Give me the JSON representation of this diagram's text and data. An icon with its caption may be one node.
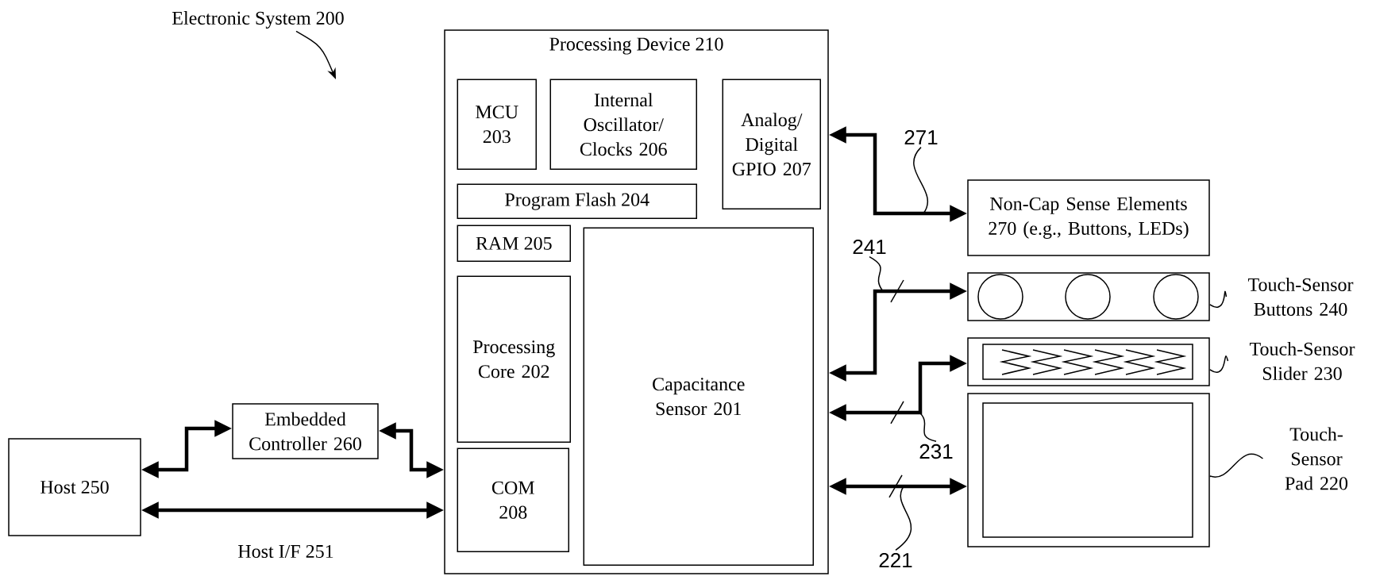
{
  "diagram": {
    "nodes": [
      {
        "text": [
          "Processing Device 210"
        ]
      },
      {
        "text": [
          "MCU 203"
        ],
        "in": 0
      },
      {
        "text": [
          "Internal Oscillator/ Clocks 206"
        ],
        "in": 0
      },
      {
        "text": [
          "Analog/ Digital GPIO 207"
        ],
        "in": 0
      },
      {
        "text": [
          "Program Flash 204"
        ],
        "in": 0
      },
      {
        "text": [
          "RAM 205"
        ],
        "in": 0
      },
      {
        "text": [
          "Processing Core 202"
        ],
        "in": 0
      },
      {
        "text": [
          "Capacitance Sensor 201"
        ],
        "in": 0
      },
      {
        "text": [
          "COM 208"
        ],
        "in": 0
      },
      {
        "text": [
          "Host 250"
        ]
      },
      {
        "text": [
          "Embedded Controller 260"
        ]
      },
      {
        "text": [
          "Non-Cap Sense Elements 270 (e.g., Buttons, LEDs)"
        ]
      },
      {
        "text": [],
        "shape": "box"
      },
      {
        "text": [],
        "shape": "box"
      },
      {
        "text": [],
        "shape": "box"
      },
      {
        "text": [
          "Touch-Sensor Buttons 240"
        ]
      },
      {
        "text": [
          "Touch-Sensor Slider 230"
        ]
      },
      {
        "text": [
          "Touch- Sensor Pad 220"
        ]
      },
      {
        "text": [
          "271"
        ]
      },
      {
        "text": [
          "241"
        ]
      },
      {
        "text": [
          "231"
        ]
      },
      {
        "text": [
          "221"
        ]
      },
      {
        "text": [
          "Electronic System 200"
        ]
      }
    ],
    "edges": [
      {
        "from": 9,
        "to": 10,
        "arrow": "both",
        "style": "thick"
      },
      {
        "from": 10,
        "to": 0,
        "arrow": "both",
        "style": "thick"
      },
      {
        "from": 9,
        "to": 0,
        "arrow": "both",
        "style": "thick",
        "label": "Host I/F 251"
      },
      {
        "from": 0,
        "to": 11,
        "arrow": "both",
        "style": "thick"
      },
      {
        "from": 0,
        "to": 12,
        "arrow": "both",
        "style": "thick"
      },
      {
        "from": 0,
        "to": 13,
        "arrow": "both",
        "style": "thick"
      },
      {
        "from": 0,
        "to": 14,
        "arrow": "both",
        "style": "thick"
      },
      {
        "from": 15,
        "to": 12,
        "arrow": "none"
      },
      {
        "from": 16,
        "to": 13,
        "arrow": "none"
      },
      {
        "from": 17,
        "to": 14,
        "arrow": "none"
      },
      {
        "from": 18,
        "to": null,
        "arrow": "none"
      },
      {
        "from": 19,
        "to": null,
        "arrow": "none"
      },
      {
        "from": 20,
        "to": null,
        "arrow": "none"
      },
      {
        "from": 21,
        "to": null,
        "arrow": "none"
      },
      {
        "from": 22,
        "to": null,
        "arrow": "to"
      }
    ]
  }
}
